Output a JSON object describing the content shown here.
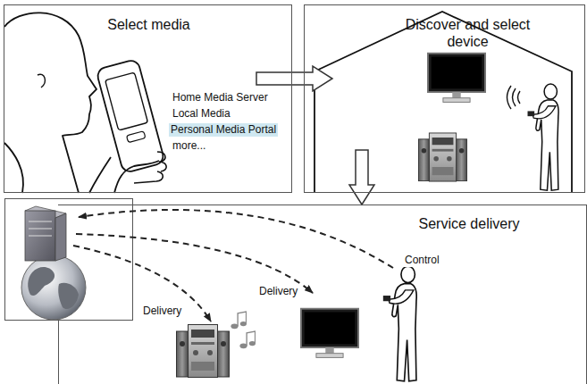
{
  "diagram": {
    "nodes": [
      {
        "text": [
          "Select media"
        ]
      },
      {
        "text": [
          "Discover and select device"
        ]
      },
      {
        "text": [
          "Service delivery"
        ]
      }
    ],
    "edges": [
      {
        "from": 0,
        "to": 1,
        "arrow": "to"
      },
      {
        "from": 1,
        "to": 2,
        "arrow": "to"
      }
    ],
    "labels": [
      "Home Media Server",
      "Local Media",
      "Personal Media Portal",
      "more...",
      "Control",
      "Delivery",
      "Delivery"
    ]
  }
}
